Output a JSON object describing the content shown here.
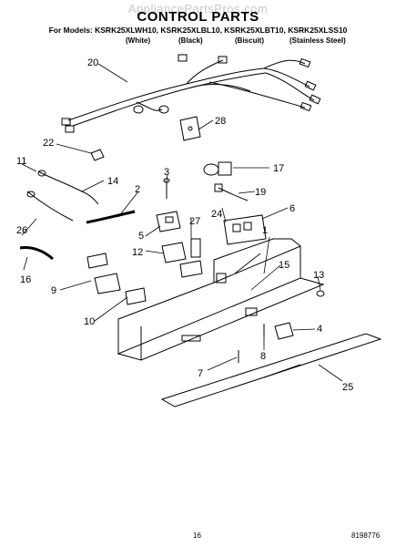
{
  "watermark": "AppliancePartsPros.com",
  "title": "CONTROL PARTS",
  "models_line": "For Models: KSRK25XLWH10, KSRK25XLBL10, KSRK25XLBT10, KSRK25XLSS10",
  "finishes": [
    "(White)",
    "(Black)",
    "(Biscuit)",
    "(Stainless Steel)"
  ],
  "callouts": [
    "1",
    "2",
    "3",
    "4",
    "5",
    "6",
    "7",
    "8",
    "9",
    "10",
    "11",
    "12",
    "13",
    "14",
    "15",
    "16",
    "17",
    "19",
    "20",
    "22",
    "24",
    "25",
    "26",
    "27",
    "28"
  ],
  "footer": {
    "page_number": "16",
    "doc_number": "8198776"
  }
}
